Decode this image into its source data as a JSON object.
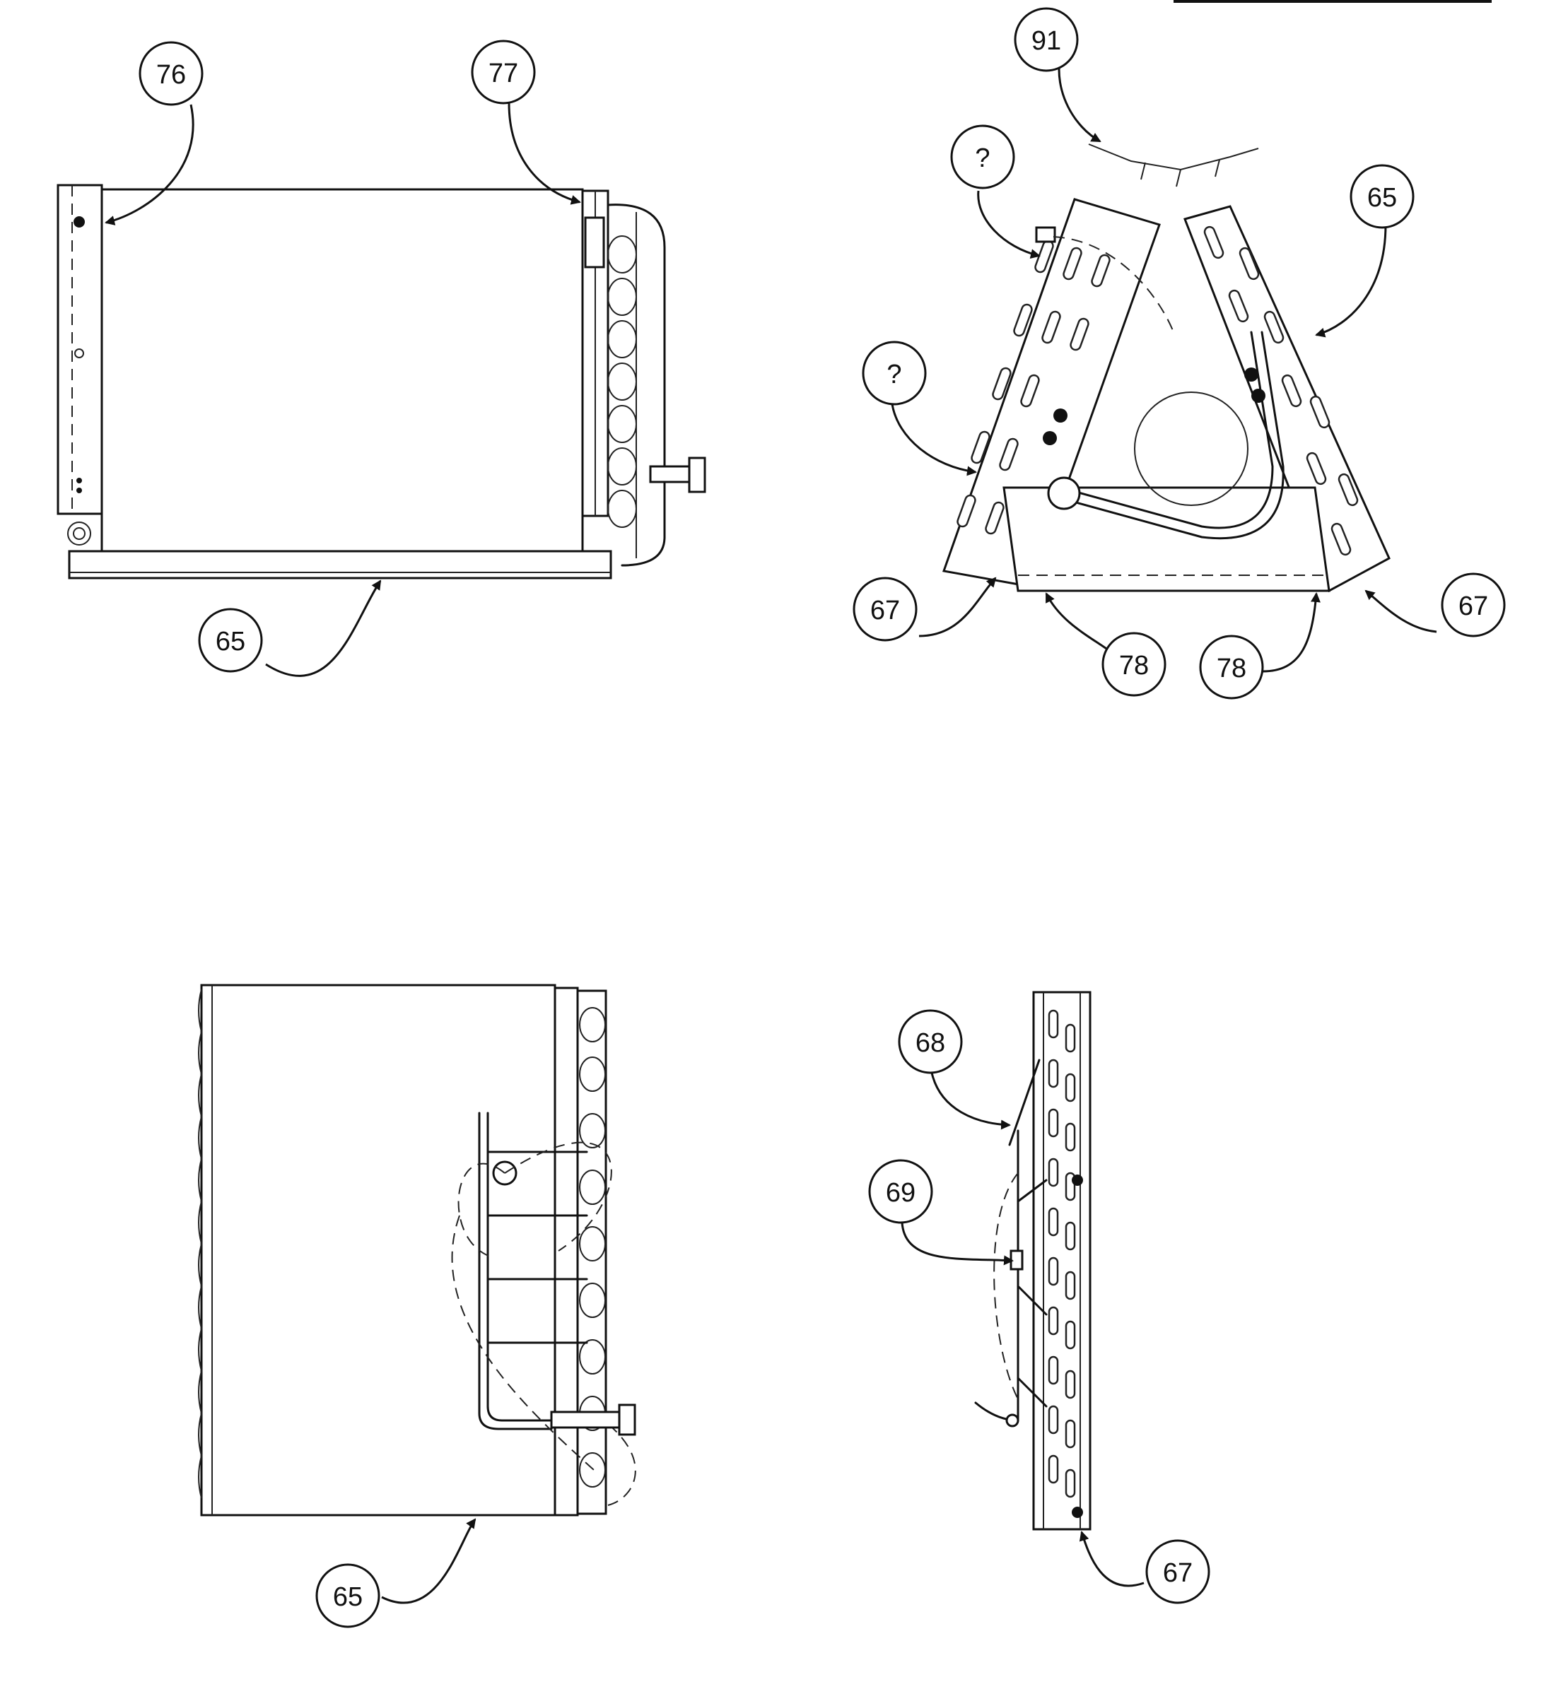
{
  "callouts": {
    "top_left": {
      "part_76": "76",
      "part_77": "77",
      "part_65": "65"
    },
    "top_right": {
      "part_91": "91",
      "unknown_upper": "?",
      "unknown_left": "?",
      "part_65": "65",
      "part_67_left": "67",
      "part_67_right": "67",
      "part_78_left": "78",
      "part_78_right": "78"
    },
    "bottom_left": {
      "part_65": "65"
    },
    "bottom_right": {
      "part_68": "68",
      "part_69": "69",
      "part_67": "67"
    }
  }
}
